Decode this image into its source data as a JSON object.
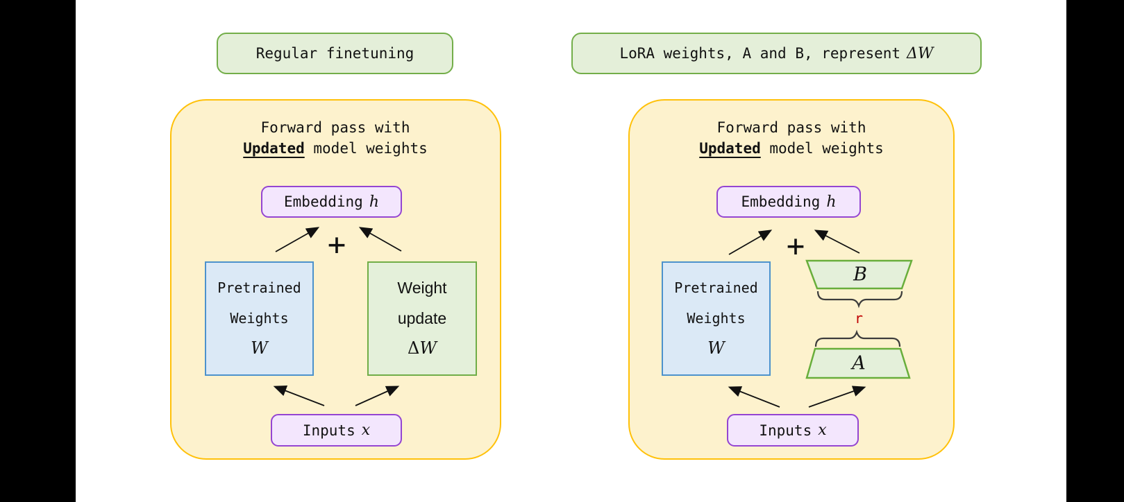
{
  "page": {
    "background": "#ffffff",
    "letterbox_color": "#000000"
  },
  "colors": {
    "header_fill": "#e4efd9",
    "header_border": "#73ae49",
    "container_fill": "#fdf2cd",
    "container_border": "#ffc10a",
    "purple_fill": "#f3e6fd",
    "purple_border": "#9445d2",
    "blue_fill": "#dbe9f6",
    "blue_border": "#4c92cc",
    "green_fill": "#e4f0da",
    "green_border": "#70ad47",
    "rank_label_color": "#c00000",
    "arrow_color": "#111111"
  },
  "panels": {
    "left": {
      "header": "Regular finetuning",
      "title": {
        "line1": "Forward pass with",
        "updated": "Updated",
        "rest": " model weights"
      },
      "embedding": {
        "label": "Embedding",
        "math": "h"
      },
      "pretrained": {
        "line1": "Pretrained",
        "line2": "Weights",
        "math": "W"
      },
      "weight_update": {
        "line1": "Weight",
        "line2": "update",
        "math_delta": "Δ",
        "math_w": "W"
      },
      "inputs": {
        "label": "Inputs",
        "math": "x"
      },
      "plus": "+"
    },
    "right": {
      "header": {
        "plain": "LoRA weights, A and B, represent",
        "math": "ΔW"
      },
      "title": {
        "line1": "Forward pass with",
        "updated": "Updated",
        "rest": " model weights"
      },
      "embedding": {
        "label": "Embedding",
        "math": "h"
      },
      "pretrained": {
        "line1": "Pretrained",
        "line2": "Weights",
        "math": "W"
      },
      "lora": {
        "matrix_b": "B",
        "matrix_a": "A",
        "rank": "r"
      },
      "inputs": {
        "label": "Inputs",
        "math": "x"
      },
      "plus": "+"
    }
  }
}
